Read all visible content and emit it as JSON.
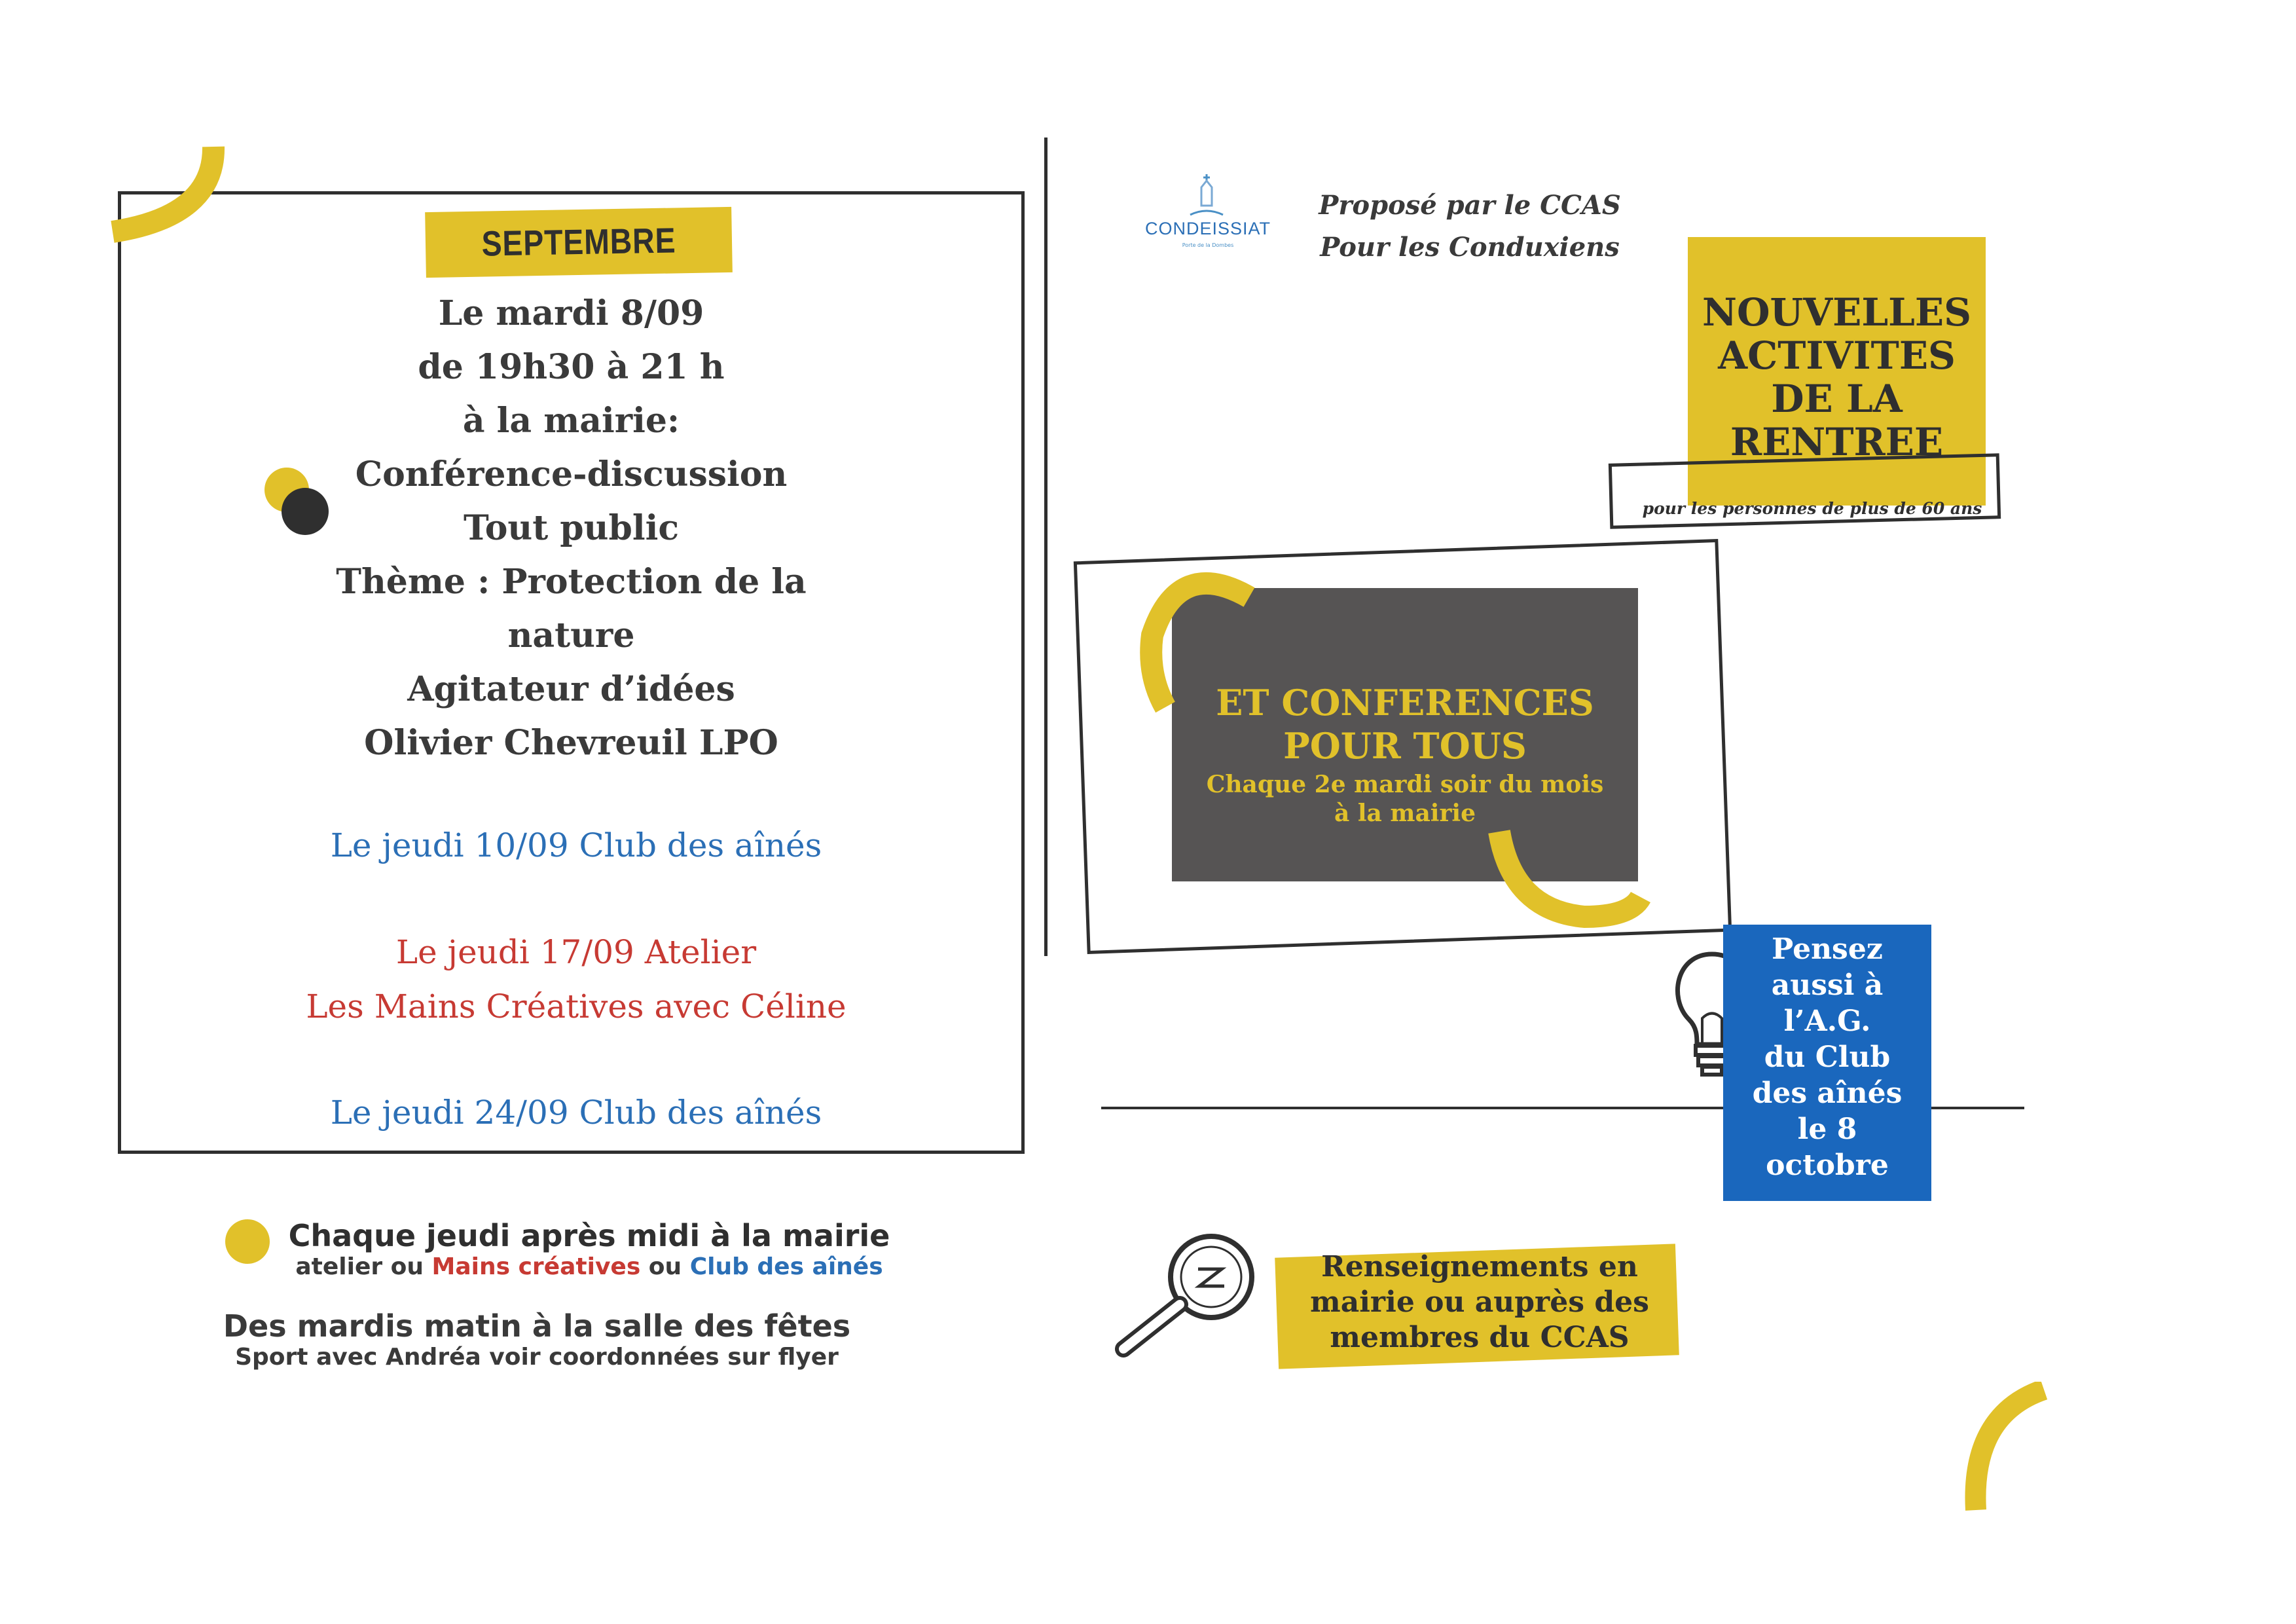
{
  "september": {
    "tag": "SEPTEMBRE",
    "main_lines": [
      "Le mardi 8/09",
      "de 19h30 à 21 h",
      "à la mairie:",
      "Conférence-discussion",
      "Tout public",
      "Thème : Protection de la",
      "nature",
      "Agitateur d’idées",
      "Olivier Chevreuil LPO"
    ],
    "event_1": "Le jeudi 10/09 Club des aînés",
    "event_2_line1": "Le jeudi 17/09 Atelier",
    "event_2_line2": "Les Mains Créatives avec Céline",
    "event_3": "Le jeudi 24/09 Club des aînés"
  },
  "weekly": {
    "thursday_title": "Chaque jeudi après midi à la mairie",
    "thursday_atelier": "atelier ou ",
    "thursday_mains": "Mains créatives",
    "thursday_ou": " ou ",
    "thursday_club": "Club des aînés",
    "tuesday_title": "Des mardis matin à la salle des fêtes",
    "tuesday_sub": "Sport avec Andréa voir coordonnées sur flyer"
  },
  "header": {
    "logo_name": "CONDEISSIAT",
    "logo_sub": "Porte de la Dombes",
    "line1": "Proposé par le CCAS",
    "line2": "Pour les Conduxiens"
  },
  "nouvelles": {
    "lines": [
      "NOUVELLES",
      "ACTIVITES",
      "DE LA",
      "RENTREE"
    ],
    "sub": "pour les personnes de plus de 60 ans"
  },
  "conferences": {
    "title_lines": [
      "ET CONFERENCES",
      "POUR TOUS"
    ],
    "sub_lines": [
      "Chaque 2e mardi soir du mois",
      "à la mairie"
    ]
  },
  "ag_note": {
    "lines": [
      "Pensez",
      "aussi à",
      "l’A.G.",
      "du Club",
      "des aînés",
      "le 8",
      "octobre"
    ]
  },
  "info": {
    "lines": [
      "Renseignements en",
      "mairie ou auprès des",
      "membres du CCAS"
    ]
  },
  "colors": {
    "yellow": "#e1c12a",
    "dark_grey": "#565454",
    "blue": "#1a67bd",
    "text_blue": "#2b6fb6",
    "text_red": "#c73a33"
  }
}
